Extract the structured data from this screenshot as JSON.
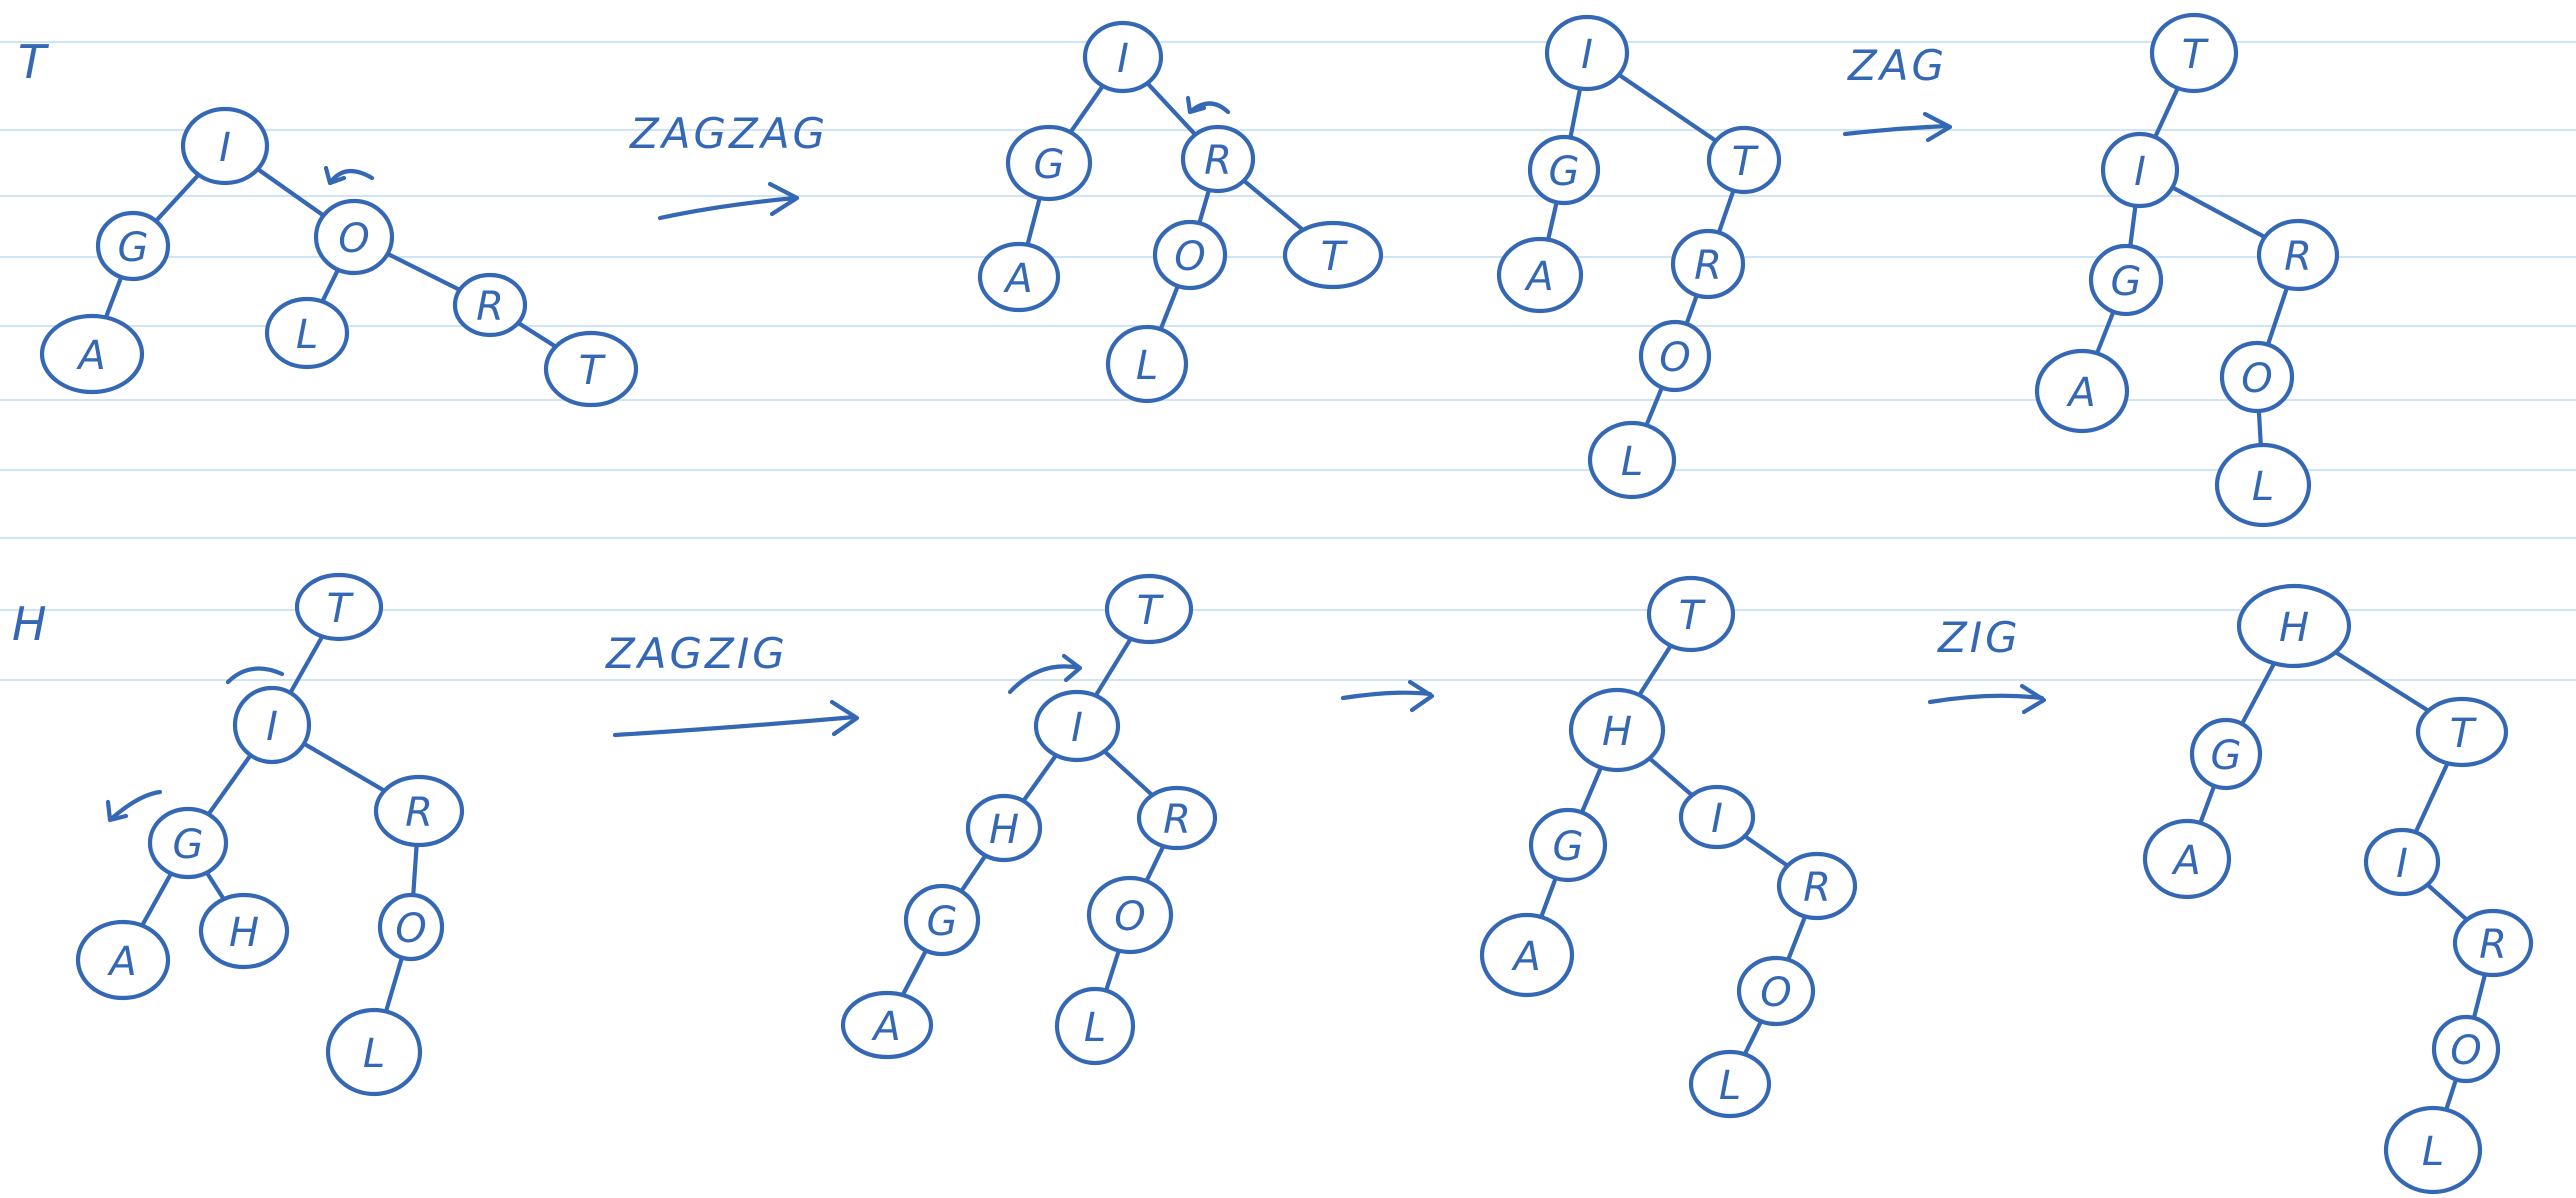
{
  "sections": [
    {
      "inserted_key": "T",
      "steps": [
        {
          "operation": "ZAGZAG",
          "tree": {
            "nodes": [
              {
                "id": "t1-I",
                "label": "I"
              },
              {
                "id": "t1-G",
                "label": "G"
              },
              {
                "id": "t1-A",
                "label": "A"
              },
              {
                "id": "t1-O",
                "label": "O"
              },
              {
                "id": "t1-L",
                "label": "L"
              },
              {
                "id": "t1-R",
                "label": "R"
              },
              {
                "id": "t1-T",
                "label": "T"
              }
            ]
          }
        },
        {
          "operation": "",
          "tree": {
            "nodes": [
              {
                "id": "t2-I",
                "label": "I"
              },
              {
                "id": "t2-G",
                "label": "G"
              },
              {
                "id": "t2-A",
                "label": "A"
              },
              {
                "id": "t2-R",
                "label": "R"
              },
              {
                "id": "t2-O",
                "label": "O"
              },
              {
                "id": "t2-T",
                "label": "T"
              },
              {
                "id": "t2-L",
                "label": "L"
              }
            ]
          }
        },
        {
          "operation": "ZAG",
          "tree": {
            "nodes": [
              {
                "id": "t3-I",
                "label": "I"
              },
              {
                "id": "t3-G",
                "label": "G"
              },
              {
                "id": "t3-A",
                "label": "A"
              },
              {
                "id": "t3-T",
                "label": "T"
              },
              {
                "id": "t3-R",
                "label": "R"
              },
              {
                "id": "t3-O",
                "label": "O"
              },
              {
                "id": "t3-L",
                "label": "L"
              }
            ]
          }
        },
        {
          "operation": "",
          "tree": {
            "nodes": [
              {
                "id": "t4-T",
                "label": "T"
              },
              {
                "id": "t4-I",
                "label": "I"
              },
              {
                "id": "t4-G",
                "label": "G"
              },
              {
                "id": "t4-A",
                "label": "A"
              },
              {
                "id": "t4-R",
                "label": "R"
              },
              {
                "id": "t4-O",
                "label": "O"
              },
              {
                "id": "t4-L",
                "label": "L"
              }
            ]
          }
        }
      ]
    },
    {
      "inserted_key": "H",
      "steps": [
        {
          "operation": "ZAGZIG",
          "tree": {
            "nodes": [
              {
                "id": "h1-T",
                "label": "T"
              },
              {
                "id": "h1-I",
                "label": "I"
              },
              {
                "id": "h1-G",
                "label": "G"
              },
              {
                "id": "h1-A",
                "label": "A"
              },
              {
                "id": "h1-H",
                "label": "H"
              },
              {
                "id": "h1-R",
                "label": "R"
              },
              {
                "id": "h1-O",
                "label": "O"
              },
              {
                "id": "h1-L",
                "label": "L"
              }
            ]
          }
        },
        {
          "operation": "",
          "tree": {
            "nodes": [
              {
                "id": "h2-T",
                "label": "T"
              },
              {
                "id": "h2-I",
                "label": "I"
              },
              {
                "id": "h2-H",
                "label": "H"
              },
              {
                "id": "h2-G",
                "label": "G"
              },
              {
                "id": "h2-A",
                "label": "A"
              },
              {
                "id": "h2-R",
                "label": "R"
              },
              {
                "id": "h2-O",
                "label": "O"
              },
              {
                "id": "h2-L",
                "label": "L"
              }
            ]
          }
        },
        {
          "operation": "",
          "tree": {
            "nodes": [
              {
                "id": "h3-T",
                "label": "T"
              },
              {
                "id": "h3-H",
                "label": "H"
              },
              {
                "id": "h3-G",
                "label": "G"
              },
              {
                "id": "h3-A",
                "label": "A"
              },
              {
                "id": "h3-I",
                "label": "I"
              },
              {
                "id": "h3-R",
                "label": "R"
              },
              {
                "id": "h3-O",
                "label": "O"
              },
              {
                "id": "h3-L",
                "label": "L"
              }
            ]
          }
        },
        {
          "operation": "ZIG",
          "tree": {
            "nodes": [
              {
                "id": "h4-H",
                "label": "H"
              },
              {
                "id": "h4-G",
                "label": "G"
              },
              {
                "id": "h4-A",
                "label": "A"
              },
              {
                "id": "h4-T",
                "label": "T"
              },
              {
                "id": "h4-I",
                "label": "I"
              },
              {
                "id": "h4-R",
                "label": "R"
              },
              {
                "id": "h4-O",
                "label": "O"
              },
              {
                "id": "h4-L",
                "label": "L"
              }
            ]
          }
        }
      ]
    }
  ],
  "edges": [
    [
      "t1-I",
      "t1-G"
    ],
    [
      "t1-G",
      "t1-A"
    ],
    [
      "t1-I",
      "t1-O"
    ],
    [
      "t1-O",
      "t1-L"
    ],
    [
      "t1-O",
      "t1-R"
    ],
    [
      "t1-R",
      "t1-T"
    ],
    [
      "t2-I",
      "t2-G"
    ],
    [
      "t2-G",
      "t2-A"
    ],
    [
      "t2-I",
      "t2-R"
    ],
    [
      "t2-R",
      "t2-O"
    ],
    [
      "t2-R",
      "t2-T"
    ],
    [
      "t2-O",
      "t2-L"
    ],
    [
      "t3-I",
      "t3-G"
    ],
    [
      "t3-G",
      "t3-A"
    ],
    [
      "t3-I",
      "t3-T"
    ],
    [
      "t3-T",
      "t3-R"
    ],
    [
      "t3-R",
      "t3-O"
    ],
    [
      "t3-O",
      "t3-L"
    ],
    [
      "t4-T",
      "t4-I"
    ],
    [
      "t4-I",
      "t4-G"
    ],
    [
      "t4-G",
      "t4-A"
    ],
    [
      "t4-I",
      "t4-R"
    ],
    [
      "t4-R",
      "t4-O"
    ],
    [
      "t4-O",
      "t4-L"
    ],
    [
      "h1-T",
      "h1-I"
    ],
    [
      "h1-I",
      "h1-G"
    ],
    [
      "h1-G",
      "h1-A"
    ],
    [
      "h1-G",
      "h1-H"
    ],
    [
      "h1-I",
      "h1-R"
    ],
    [
      "h1-R",
      "h1-O"
    ],
    [
      "h1-O",
      "h1-L"
    ],
    [
      "h2-T",
      "h2-I"
    ],
    [
      "h2-I",
      "h2-H"
    ],
    [
      "h2-H",
      "h2-G"
    ],
    [
      "h2-G",
      "h2-A"
    ],
    [
      "h2-I",
      "h2-R"
    ],
    [
      "h2-R",
      "h2-O"
    ],
    [
      "h2-O",
      "h2-L"
    ],
    [
      "h3-T",
      "h3-H"
    ],
    [
      "h3-H",
      "h3-G"
    ],
    [
      "h3-G",
      "h3-A"
    ],
    [
      "h3-H",
      "h3-I"
    ],
    [
      "h3-I",
      "h3-R"
    ],
    [
      "h3-R",
      "h3-O"
    ],
    [
      "h3-O",
      "h3-L"
    ],
    [
      "h4-H",
      "h4-G"
    ],
    [
      "h4-G",
      "h4-A"
    ],
    [
      "h4-H",
      "h4-T"
    ],
    [
      "h4-T",
      "h4-I"
    ],
    [
      "h4-I",
      "h4-R"
    ],
    [
      "h4-R",
      "h4-O"
    ],
    [
      "h4-O",
      "h4-L"
    ]
  ]
}
